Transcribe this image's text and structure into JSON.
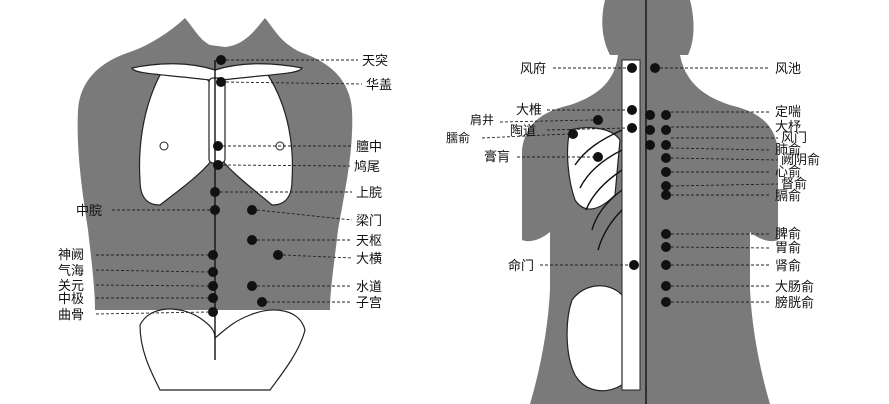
{
  "front": {
    "title": "",
    "labels": {
      "tiantu": "天突",
      "huagai": "华盖",
      "danzhong": "膻中",
      "jiuwei": "鸠尾",
      "shangwan": "上脘",
      "zhongwan": "中脘",
      "liangmen": "梁门",
      "tianshu": "天枢",
      "daheng": "大横",
      "shendque": "神阙",
      "qihai": "气海",
      "guanyuan": "关元",
      "shuidao": "水道",
      "zhongji": "中极",
      "zigong": "子宫",
      "qugu": "曲骨"
    }
  },
  "back": {
    "title": "",
    "labels": {
      "fengfu": "风府",
      "fengchi": "风池",
      "dazhui": "大椎",
      "jianjing": "肩井",
      "dingchuan": "定喘",
      "dazhu": "大杼",
      "taodao": "陶道",
      "naoshu": "臑俞",
      "fengmen": "风门",
      "feishu": "肺俞",
      "gaohuang": "膏肓",
      "jueyinshu": "阙阴俞",
      "xinshu": "心俞",
      "dushu": "督俞",
      "geshu": "膈俞",
      "pishu": "脾俞",
      "weishu": "胃俞",
      "mingmen": "命门",
      "shenshu": "肾俞",
      "dachangshu": "大肠俞",
      "pangguangshu": "膀胱俞"
    }
  }
}
